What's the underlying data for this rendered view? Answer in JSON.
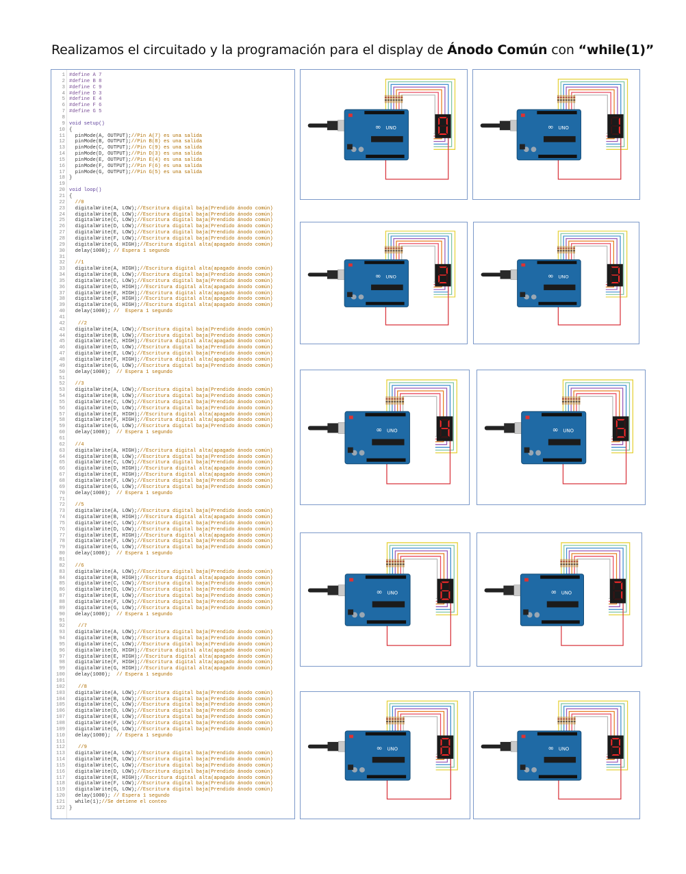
{
  "title": {
    "prefix": "Realizamos el circuitado y la programación para el display de ",
    "bold1": "Ánodo Común",
    "middle": " con ",
    "bold2": "“while(1)”"
  },
  "code": [
    "#define A 7",
    "#define B 8",
    "#define C 9",
    "#define D 3",
    "#define E 4",
    "#define F 6",
    "#define G 5",
    "",
    "void setup()",
    "{",
    "  pinMode(A, OUTPUT);//Pin A(7) es una salida",
    "  pinMode(B, OUTPUT);//Pin B(8) es una salida",
    "  pinMode(C, OUTPUT);//Pin C(9) es una salida",
    "  pinMode(D, OUTPUT);//Pin D(3) es una salida",
    "  pinMode(E, OUTPUT);//Pin E(4) es una salida",
    "  pinMode(F, OUTPUT);//Pin F(6) es una salida",
    "  pinMode(G, OUTPUT);//Pin G(5) es una salida",
    "}",
    "",
    "void loop()",
    "{",
    "  //0",
    "  digitalWrite(A, LOW);//Escritura digital baja(Prendido ánodo común)",
    "  digitalWrite(B, LOW);//Escritura digital baja(Prendido ánodo común)",
    "  digitalWrite(C, LOW);//Escritura digital baja(Prendido ánodo común)",
    "  digitalWrite(D, LOW);//Escritura digital baja(Prendido ánodo común)",
    "  digitalWrite(E, LOW);//Escritura digital baja(Prendido ánodo común)",
    "  digitalWrite(F, LOW);//Escritura digital baja(Prendido ánodo común)",
    "  digitalWrite(G, HIGH);//Escritura digital alta(apagado ánodo común)",
    "  delay(1000); // Espera 1 segundo",
    "",
    "  //1",
    "  digitalWrite(A, HIGH);//Escritura digital alta(apagado ánodo común)",
    "  digitalWrite(B, LOW);//Escritura digital baja(Prendido ánodo común)",
    "  digitalWrite(C, LOW);//Escritura digital baja(Prendido ánodo común)",
    "  digitalWrite(D, HIGH);//Escritura digital alta(apagado ánodo común)",
    "  digitalWrite(E, HIGH);//Escritura digital alta(apagado ánodo común)",
    "  digitalWrite(F, HIGH);//Escritura digital alta(apagado ánodo común)",
    "  digitalWrite(G, HIGH);//Escritura digital alta(apagado ánodo común)",
    "  delay(1000); //  Espera 1 segundo",
    "",
    "   //2",
    "  digitalWrite(A, LOW);//Escritura digital baja(Prendido ánodo común)",
    "  digitalWrite(B, LOW);//Escritura digital baja(Prendido ánodo común)",
    "  digitalWrite(C, HIGH);//Escritura digital alta(apagado ánodo común)",
    "  digitalWrite(D, LOW);//Escritura digital baja(Prendido ánodo común)",
    "  digitalWrite(E, LOW);//Escritura digital baja(Prendido ánodo común)",
    "  digitalWrite(F, HIGH);//Escritura digital alta(apagado ánodo común)",
    "  digitalWrite(G, LOW);//Escritura digital baja(Prendido ánodo común)",
    "  delay(1000);  // Espera 1 segundo",
    "",
    "  //3",
    "  digitalWrite(A, LOW);//Escritura digital baja(Prendido ánodo común)",
    "  digitalWrite(B, LOW);//Escritura digital baja(Prendido ánodo común)",
    "  digitalWrite(C, LOW);//Escritura digital baja(Prendido ánodo común)",
    "  digitalWrite(D, LOW);//Escritura digital baja(Prendido ánodo común)",
    "  digitalWrite(E, HIGH);//Escritura digital alta(apagado ánodo común)",
    "  digitalWrite(F, HIGH);//Escritura digital alta(apagado ánodo común)",
    "  digitalWrite(G, LOW);//Escritura digital baja(Prendido ánodo común)",
    "  delay(1000);  // Espera 1 segundo",
    "",
    "  //4",
    "  digitalWrite(A, HIGH);//Escritura digital alta(apagado ánodo común)",
    "  digitalWrite(B, LOW);//Escritura digital baja(Prendido ánodo común)",
    "  digitalWrite(C, LOW);//Escritura digital baja(Prendido ánodo común)",
    "  digitalWrite(D, HIGH);//Escritura digital alta(apagado ánodo común)",
    "  digitalWrite(E, HIGH);//Escritura digital alta(apagado ánodo común)",
    "  digitalWrite(F, LOW);//Escritura digital baja(Prendido ánodo común)",
    "  digitalWrite(G, LOW);//Escritura digital baja(Prendido ánodo común)",
    "  delay(1000);  // Espera 1 segundo",
    "",
    "  //5",
    "  digitalWrite(A, LOW);//Escritura digital baja(Prendido ánodo común)",
    "  digitalWrite(B, HIGH);//Escritura digital alta(apagado ánodo común)",
    "  digitalWrite(C, LOW);//Escritura digital baja(Prendido ánodo común)",
    "  digitalWrite(D, LOW);//Escritura digital baja(Prendido ánodo común)",
    "  digitalWrite(E, HIGH);//Escritura digital alta(apagado ánodo común)",
    "  digitalWrite(F, LOW);//Escritura digital baja(Prendido ánodo común)",
    "  digitalWrite(G, LOW);//Escritura digital baja(Prendido ánodo común)",
    "  delay(1000);  // Espera 1 segundo",
    "",
    "  //6",
    "  digitalWrite(A, LOW);//Escritura digital baja(Prendido ánodo común)",
    "  digitalWrite(B, HIGH);//Escritura digital alta(apagado ánodo común)",
    "  digitalWrite(C, LOW);//Escritura digital baja(Prendido ánodo común)",
    "  digitalWrite(D, LOW);//Escritura digital baja(Prendido ánodo común)",
    "  digitalWrite(E, LOW);//Escritura digital baja(Prendido ánodo común)",
    "  digitalWrite(F, LOW);//Escritura digital baja(Prendido ánodo común)",
    "  digitalWrite(G, LOW);//Escritura digital baja(Prendido ánodo común)",
    "  delay(1000);  // Espera 1 segundo",
    "",
    "   //7",
    "  digitalWrite(A, LOW);//Escritura digital baja(Prendido ánodo común)",
    "  digitalWrite(B, LOW);//Escritura digital baja(Prendido ánodo común)",
    "  digitalWrite(C, LOW);//Escritura digital baja(Prendido ánodo común)",
    "  digitalWrite(D, HIGH);//Escritura digital alta(apagado ánodo común)",
    "  digitalWrite(E, HIGH);//Escritura digital alta(apagado ánodo común)",
    "  digitalWrite(F, HIGH);//Escritura digital alta(apagado ánodo común)",
    "  digitalWrite(G, HIGH);//Escritura digital alta(apagado ánodo común)",
    "  delay(1000);  // Espera 1 segundo",
    "",
    "   //8",
    "  digitalWrite(A, LOW);//Escritura digital baja(Prendido ánodo común)",
    "  digitalWrite(B, LOW);//Escritura digital baja(Prendido ánodo común)",
    "  digitalWrite(C, LOW);//Escritura digital baja(Prendido ánodo común)",
    "  digitalWrite(D, LOW);//Escritura digital baja(Prendido ánodo común)",
    "  digitalWrite(E, LOW);//Escritura digital baja(Prendido ánodo común)",
    "  digitalWrite(F, LOW);//Escritura digital baja(Prendido ánodo común)",
    "  digitalWrite(G, LOW);//Escritura digital baja(Prendido ánodo común)",
    "  delay(1000);  // Espera 1 segundo",
    "",
    "   //9",
    "  digitalWrite(A, LOW);//Escritura digital baja(Prendido ánodo común)",
    "  digitalWrite(B, LOW);//Escritura digital baja(Prendido ánodo común)",
    "  digitalWrite(C, LOW);//Escritura digital baja(Prendido ánodo común)",
    "  digitalWrite(D, LOW);//Escritura digital baja(Prendido ánodo común)",
    "  digitalWrite(E, HIGH);//Escritura digital alta(apagado ánodo común)",
    "  digitalWrite(F, LOW);//Escritura digital baja(Prendido ánodo común)",
    "  digitalWrite(G, LOW);//Escritura digital baja(Prendido ánodo común)",
    "  delay(1000); // Espera 1 segundo",
    "  while(1);//Se detiene el conteo",
    "}"
  ],
  "circuits": [
    {
      "digit": 0,
      "segments": [
        1,
        1,
        1,
        1,
        1,
        1,
        0
      ]
    },
    {
      "digit": 1,
      "segments": [
        0,
        1,
        1,
        0,
        0,
        0,
        0
      ]
    },
    {
      "digit": 2,
      "segments": [
        1,
        1,
        0,
        1,
        1,
        0,
        1
      ]
    },
    {
      "digit": 3,
      "segments": [
        1,
        1,
        1,
        1,
        0,
        0,
        1
      ]
    },
    {
      "digit": 4,
      "segments": [
        0,
        1,
        1,
        0,
        0,
        1,
        1
      ]
    },
    {
      "digit": 5,
      "segments": [
        1,
        0,
        1,
        1,
        0,
        1,
        1
      ]
    },
    {
      "digit": 6,
      "segments": [
        1,
        0,
        1,
        1,
        1,
        1,
        1
      ]
    },
    {
      "digit": 7,
      "segments": [
        1,
        1,
        1,
        0,
        0,
        0,
        0
      ]
    },
    {
      "digit": 8,
      "segments": [
        1,
        1,
        1,
        1,
        1,
        1,
        1
      ]
    },
    {
      "digit": 9,
      "segments": [
        1,
        1,
        1,
        1,
        0,
        1,
        1
      ]
    }
  ],
  "colors": {
    "panel_border": "#7b98c9",
    "board": "#1f6aa5",
    "segment_on": "#ff2a2a",
    "segment_off": "#3a1414",
    "wire_red": "#d9363e",
    "wire_yellow": "#e6d23a"
  },
  "board_labels": {
    "brand": "UNO",
    "logo": "∞"
  },
  "icons": {
    "usb": "usb-connector-icon",
    "logo": "arduino-logo-icon"
  }
}
